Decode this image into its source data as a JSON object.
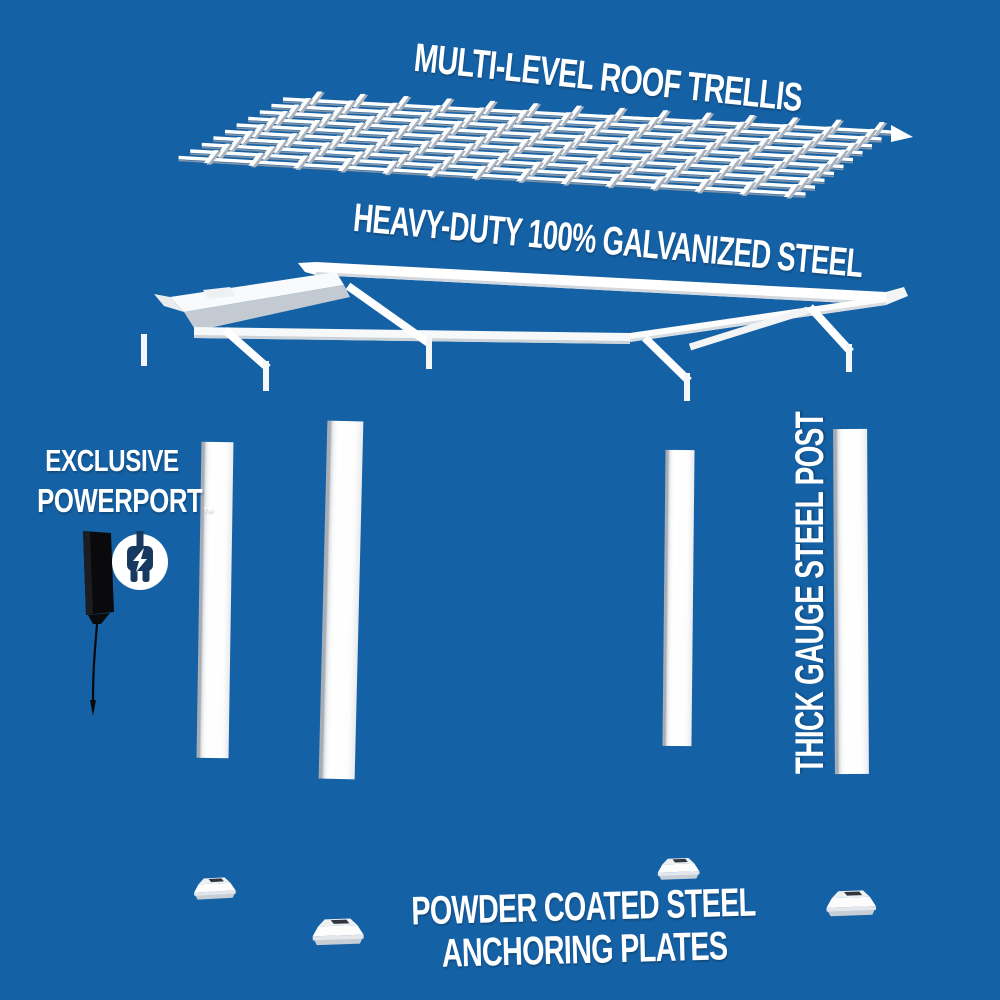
{
  "diagram": {
    "type": "pergola exploded-view product diagram"
  },
  "colors": {
    "background": "#1561a5",
    "text": "#ffffff",
    "structure_white": "#ffffff",
    "structure_shadow": "#aab3bd",
    "plug_icon_navy": "#17395f",
    "device_black": "#0a0a0c"
  },
  "labels": {
    "roof_trellis": "MULTI-LEVEL ROOF TRELLIS",
    "galvanized_steel": "HEAVY-DUTY 100% GALVANIZED STEEL",
    "exclusive": "EXCLUSIVE",
    "powerport": "POWERPORT",
    "trademark": "™",
    "steel_post": "THICK GAUGE STEEL POST",
    "plates_line1": "POWDER COATED STEEL",
    "plates_line2": "ANCHORING PLATES"
  },
  "icons": {
    "powerport_plug": "circle-plug-lightning-icon",
    "powerport_device": "hanging-power-strip-with-cord"
  }
}
